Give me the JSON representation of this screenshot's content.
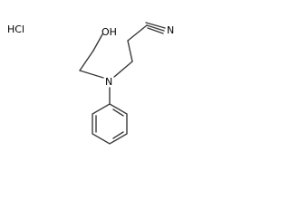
{
  "molecule": {
    "salt_label": "HCl",
    "hydroxyl_label": "OH",
    "amine_label": "N",
    "nitrile_label": "N"
  },
  "colors": {
    "bond": "#3a3a3a",
    "text": "#000000",
    "background": "#ffffff"
  }
}
